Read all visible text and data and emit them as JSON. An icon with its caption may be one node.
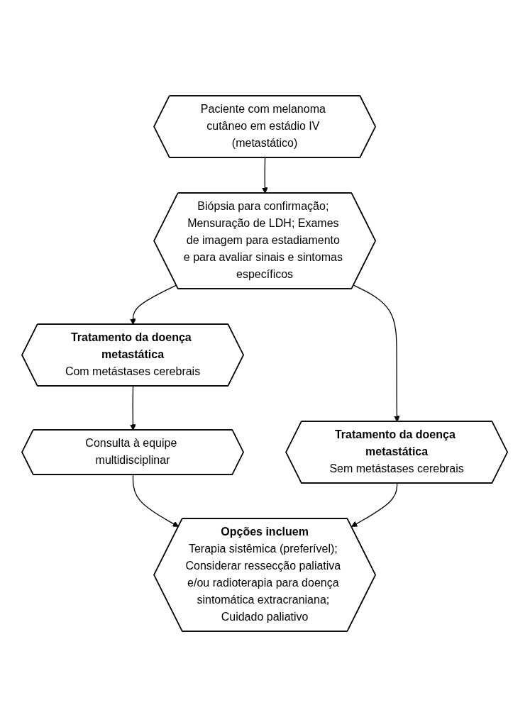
{
  "diagram": {
    "nodes": [
      {
        "text": [
          "Paciente com melanoma cutâneo em estádio IV (metastático)"
        ]
      },
      {
        "text": [
          "Biópsia para confirmação; Mensuração de LDH; Exames de imagem para estadiamento e para avaliar sinais e sintomas específicos"
        ]
      },
      {
        "text": [
          "Tratamento da doença metastática",
          "Com metástases cerebrais"
        ]
      },
      {
        "text": [
          "Tratamento da doença metastática",
          "Sem metástases cerebrais"
        ]
      },
      {
        "text": [
          "Consulta à equipe multidisciplinar"
        ]
      },
      {
        "text": [
          "Opções incluem",
          "Terapia sistêmica (preferível); Considerar ressecção paliativa e/ou radioterapia para doença sintomática extracraniana; Cuidado paliativo"
        ]
      }
    ],
    "edges": [
      {
        "from": 0,
        "to": 1,
        "arrow": "to"
      },
      {
        "from": 1,
        "to": 2,
        "arrow": "to"
      },
      {
        "from": 1,
        "to": 3,
        "arrow": "to"
      },
      {
        "from": 2,
        "to": 4,
        "arrow": "to"
      },
      {
        "from": 4,
        "to": 5,
        "arrow": "to"
      },
      {
        "from": 3,
        "to": 5,
        "arrow": "to"
      }
    ]
  }
}
